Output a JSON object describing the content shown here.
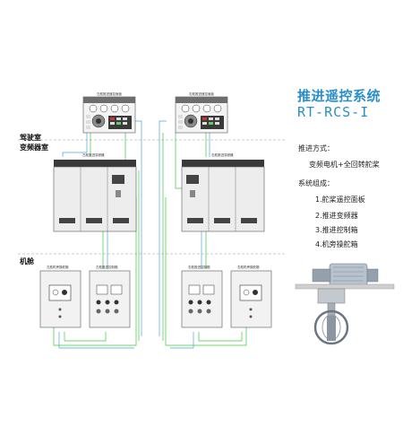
{
  "title": {
    "cn": "推进遥控系统",
    "en": "RT-RCS-I"
  },
  "propulsion": {
    "label": "推进方式：",
    "value": "变频电机+全回转舵桨"
  },
  "composition": {
    "label": "系统组成：",
    "items": [
      "1.舵桨遥控面板",
      "2.推进变频器",
      "3.推进控制箱",
      "4.机旁操舵箱"
    ]
  },
  "rooms": {
    "bridge": "驾驶室",
    "inverter_room": "变频器室",
    "engine_room": "机舱"
  },
  "units": {
    "panel_left": "左舷推进遥控面板",
    "panel_right": "右舷推进遥控面板",
    "inverter_left": "左舷推进变频器",
    "inverter_right": "右舷推进变频器",
    "box1": "左舷机旁操舵箱",
    "box2": "左舷推进控制箱",
    "box3": "右舷推进控制箱",
    "box4": "右舷机旁操舵箱"
  },
  "colors": {
    "title": "#2c8ec7",
    "cable_green": "#3fc63f",
    "cable_blue": "#4aa8d8",
    "divider": "#9a9a9a"
  }
}
